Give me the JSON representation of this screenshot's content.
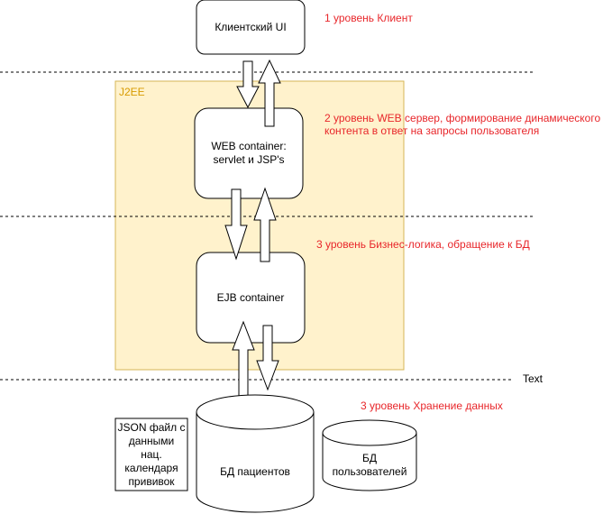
{
  "client": {
    "label": "Клиентский UI"
  },
  "level1": {
    "text": "1 уровень Клиент"
  },
  "j2ee": {
    "label": "J2EE"
  },
  "level2": {
    "line1": "2 уровень WEB сервер, формирование динамического",
    "line2": "контента в ответ на запросы пользователя"
  },
  "web_container": {
    "label": "WEB container:\nservlet и JSP's"
  },
  "level3": {
    "text": "3 уровень Бизнес-логика, обращение к БД"
  },
  "ejb_container": {
    "label": "EJB container"
  },
  "separator_text": "Text",
  "level4": {
    "text": "3 уровень Хранение данных"
  },
  "json_file": {
    "label": "JSON файл с\nданными\nнац.\nкалендаря\nпрививок"
  },
  "db_patients": {
    "label": "БД пациентов"
  },
  "db_users": {
    "label": "БД\nпользователей"
  },
  "colors": {
    "j2ee_fill": "#fff2cc",
    "j2ee_stroke": "#d6b656",
    "j2ee_text": "#d79b00",
    "level_text": "#e8262a"
  }
}
